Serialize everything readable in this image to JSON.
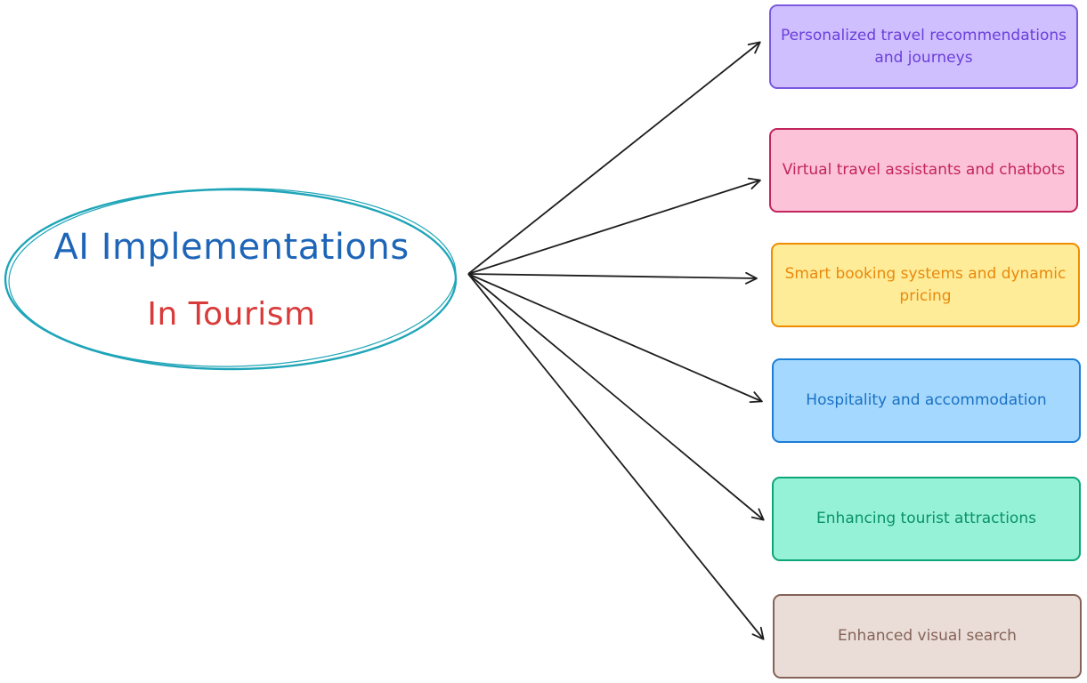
{
  "diagram": {
    "center": {
      "title": "AI Implementations",
      "subtitle": "In Tourism"
    },
    "nodes": [
      {
        "text": "Personalized travel recommendations and journeys"
      },
      {
        "text": "Virtual travel assistants and chatbots"
      },
      {
        "text": "Smart booking systems and dynamic pricing"
      },
      {
        "text": "Hospitality and accommodation"
      },
      {
        "text": "Enhancing tourist attractions"
      },
      {
        "text": "Enhanced visual search"
      }
    ],
    "colors": {
      "ellipse_stroke": "#1fa5b8",
      "title": "#1e65b8",
      "subtitle": "#d93a3a",
      "arrow": "#1e1e1e"
    }
  }
}
